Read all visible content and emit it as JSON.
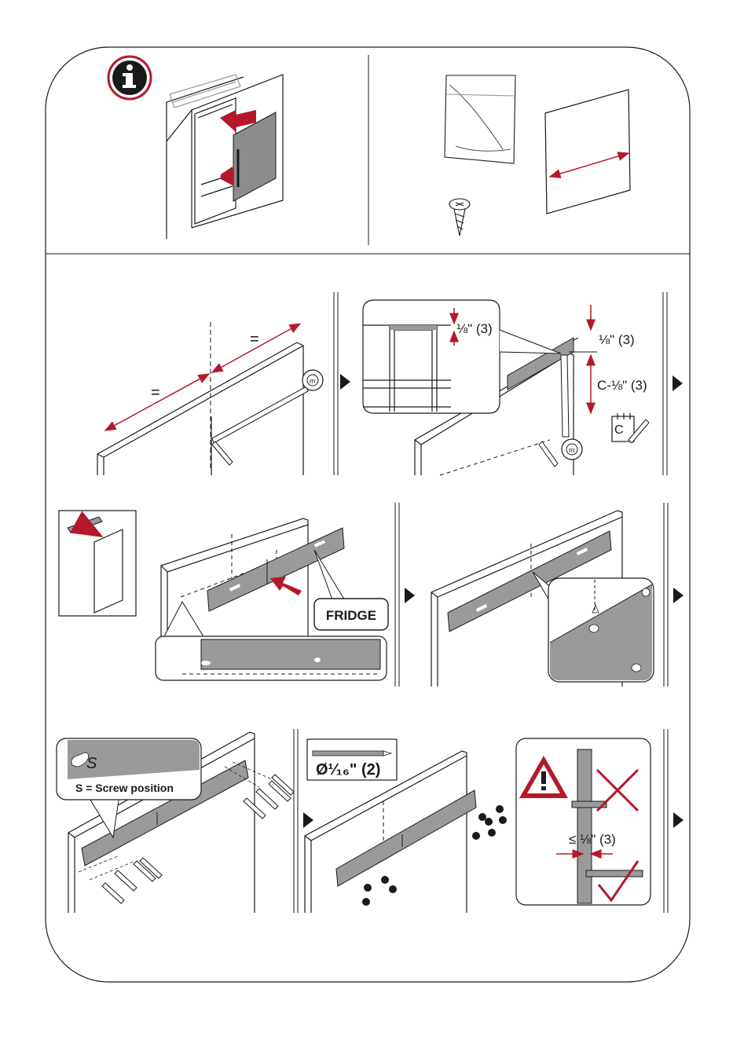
{
  "panels": {
    "intro": {
      "info_icon": "info-icon",
      "accessories": [
        "bag-of-parts",
        "screw",
        "door-panel"
      ]
    },
    "measure_center": {
      "equal_left": "=",
      "equal_right": "=",
      "tape_brand": "m"
    },
    "measure_height": {
      "gap_top": "⅛\" (3)",
      "gap_side": "⅛\" (3)",
      "dimension": "C-⅛\" (3)",
      "note_letter": "C",
      "tape_brand": "m"
    },
    "rail_position": {
      "fridge_label": "FRIDGE"
    },
    "screw_positions": {
      "zoom_letter": "S",
      "legend": "S = Screw position"
    },
    "drill": {
      "bit_size": "Ø¹⁄₁₆\" (2)"
    },
    "warning": {
      "max_depth": "≤ ⅛\" (3)"
    }
  },
  "colors": {
    "accent": "#b3192a",
    "line": "#1a1a1a",
    "panel_gray": "#8c8c8c",
    "rail_gray": "#9a9a9a"
  }
}
